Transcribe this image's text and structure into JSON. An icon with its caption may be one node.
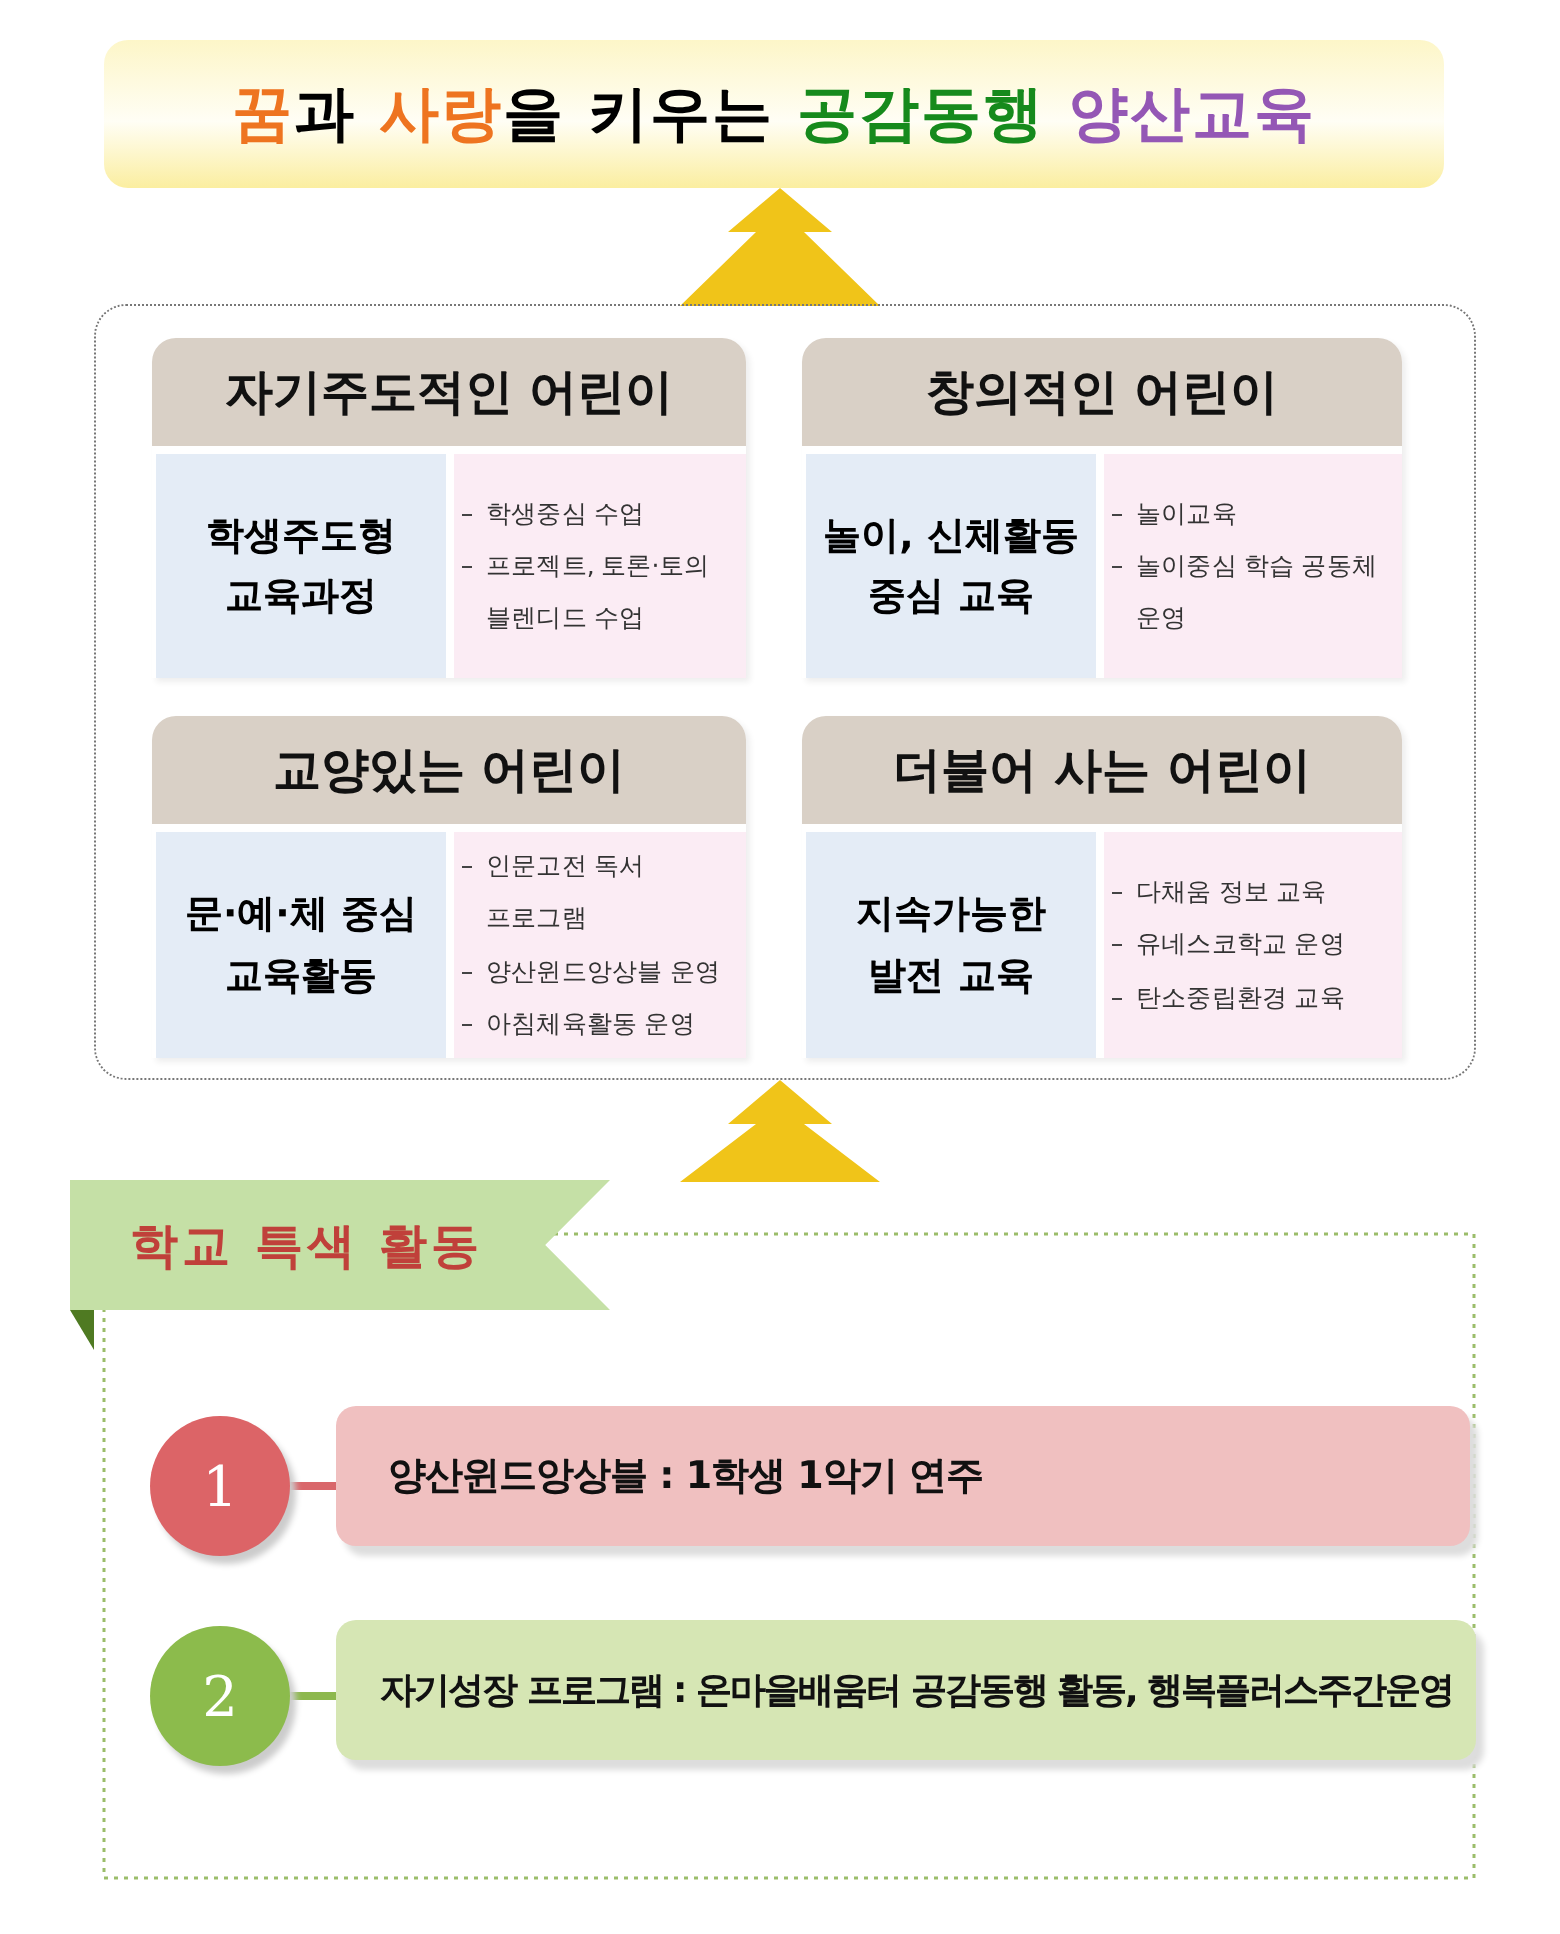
{
  "diagram": {
    "nodes": [
      {
        "text": [
          "꿈과 사랑을 키우는 공감동행 양산교육"
        ]
      },
      {
        "text": [],
        "shape": "box"
      },
      {
        "text": [
          "자기주도적인 어린이"
        ],
        "in": 1
      },
      {
        "text": [
          "학생주도형 교육과정"
        ],
        "in": 2
      },
      {
        "text": [
          "학생중심 수업",
          "프로젝트, 토론·토의 블렌디드 수업"
        ],
        "in": 2
      },
      {
        "text": [
          "창의적인 어린이"
        ],
        "in": 1
      },
      {
        "text": [
          "놀이, 신체활동 중심 교육"
        ],
        "in": 5
      },
      {
        "text": [
          "놀이교육",
          "놀이중심 학습 공동체 운영"
        ],
        "in": 5
      },
      {
        "text": [
          "교양있는 어린이"
        ],
        "in": 1
      },
      {
        "text": [
          "문·예·체 중심 교육활동"
        ],
        "in": 8
      },
      {
        "text": [
          "인문고전 독서 프로그램",
          "양산윈드앙상블 운영",
          "아침체육활동 운영"
        ],
        "in": 8
      },
      {
        "text": [
          "더불어 사는 어린이"
        ],
        "in": 1
      },
      {
        "text": [
          "지속가능한 발전 교육"
        ],
        "in": 11
      },
      {
        "text": [
          "다채움 정보 교육",
          "유네스코학교 운영",
          "탄소중립환경 교육"
        ],
        "in": 11
      },
      {
        "text": [
          "학교 특색 활동"
        ]
      },
      {
        "text": [
          "1"
        ],
        "in": 14
      },
      {
        "text": [
          "양산윈드앙상블 : 1학생 1악기 연주"
        ],
        "in": 14
      },
      {
        "text": [
          "2"
        ],
        "in": 14
      },
      {
        "text": [
          "자기성장 프로그램 : 온마을배움터 공감동행 활동, 행복플러스주간운영"
        ],
        "in": 14
      }
    ],
    "edges": [
      {
        "from": 1,
        "to": 0,
        "arrow": "to",
        "style": "thick"
      },
      {
        "from": 14,
        "to": 1,
        "arrow": "to",
        "style": "thick"
      },
      {
        "from": 15,
        "to": 16,
        "arrow": "none",
        "color": "#d9676b"
      },
      {
        "from": 17,
        "to": 18,
        "arrow": "none",
        "color": "#8db84e"
      }
    ]
  }
}
